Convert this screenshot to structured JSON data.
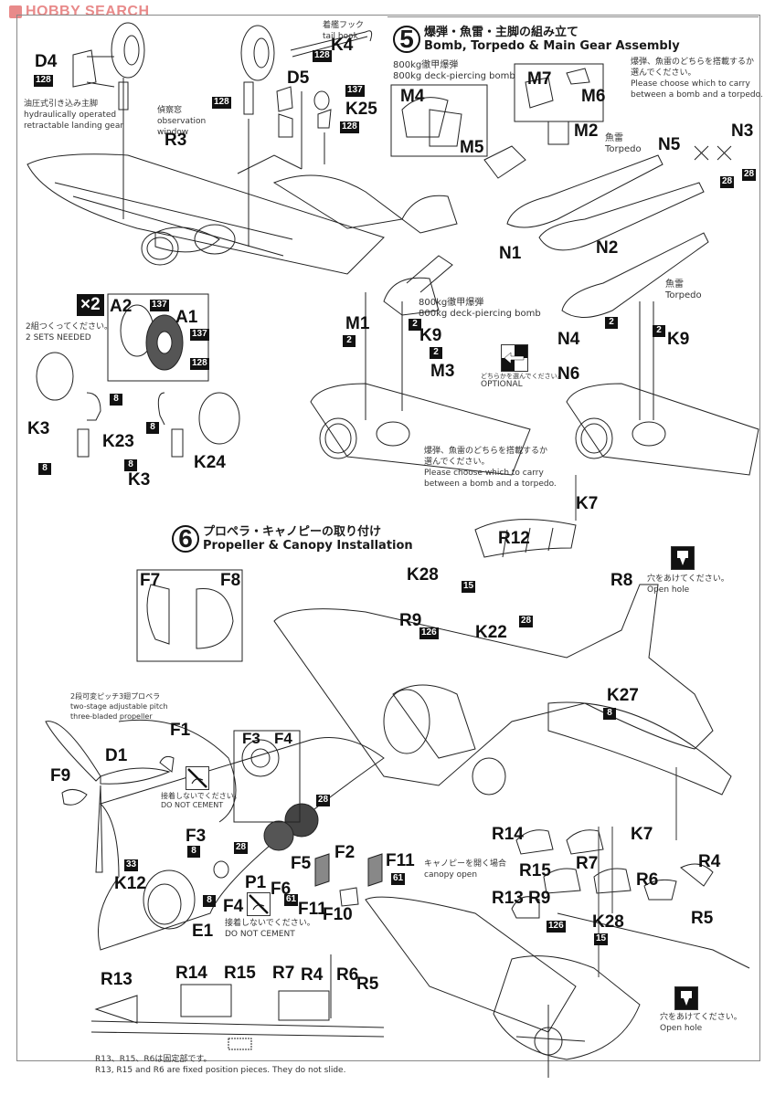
{
  "watermark": "HOBBY SEARCH",
  "step5": {
    "number": "5",
    "title_jp": "爆弾・魚雷・主脚の組み立て",
    "title_en": "Bomb, Torpedo & Main Gear Assembly",
    "choose_note_jp": "爆弾、魚雷のどちらを搭載するか選んでください。",
    "choose_note_en_1": "Please choose which to carry",
    "choose_note_en_2": "between a bomb and a torpedo.",
    "bomb_label_jp": "800kg徹甲爆弾",
    "bomb_label_en": "800kg deck-piercing bomb",
    "torpedo_jp": "魚雷",
    "torpedo_en": "Torpedo",
    "optional_jp": "どちらかを選んでください。",
    "optional_en": "OPTIONAL"
  },
  "gear": {
    "hydraulic_jp": "油圧式引き込み主脚",
    "hydraulic_en_1": "hydraulically operated",
    "hydraulic_en_2": "retractable landing gear",
    "observation_jp": "偵察窓",
    "observation_en_1": "observation",
    "observation_en_2": "window",
    "tailhook_jp": "着艦フック",
    "tailhook_en": "tail hook",
    "multiplier": "×2",
    "sets_jp": "2組つくってください。",
    "sets_en": "2 SETS NEEDED"
  },
  "step6": {
    "number": "6",
    "title_jp": "プロペラ・キャノピーの取り付け",
    "title_en": "Propeller & Canopy Installation",
    "propeller_jp": "2段可変ピッチ3翅プロペラ",
    "propeller_en_1": "two-stage adjustable pitch",
    "propeller_en_2": "three-bladed propeller",
    "no_cement_jp": "接着しないでください。",
    "no_cement_en": "DO NOT CEMENT",
    "open_hole_jp": "穴をあけてください。",
    "open_hole_en": "Open hole",
    "canopy_open_jp": "キャノピーを開く場合",
    "canopy_open_en": "canopy open",
    "fixed_jp": "R13、R15、R6は固定部です。",
    "fixed_en": "R13, R15 and R6 are fixed position pieces. They do not slide."
  },
  "parts": {
    "D4": "D4",
    "D5": "D5",
    "K4": "K4",
    "K25": "K25",
    "R3": "R3",
    "A1": "A1",
    "A2": "A2",
    "K3": "K3",
    "K23": "K23",
    "K24": "K24",
    "M1": "M1",
    "M2": "M2",
    "M3": "M3",
    "M4": "M4",
    "M5": "M5",
    "M6": "M6",
    "M7": "M7",
    "K9": "K9",
    "N1": "N1",
    "N2": "N2",
    "N3": "N3",
    "N4": "N4",
    "N5": "N5",
    "N6": "N6",
    "K7": "K7",
    "R12": "R12",
    "K28": "K28",
    "R8": "R8",
    "R9": "R9",
    "K22": "K22",
    "K27": "K27",
    "F1": "F1",
    "F2": "F2",
    "F3": "F3",
    "F4": "F4",
    "F5": "F5",
    "F6": "F6",
    "F7": "F7",
    "F8": "F8",
    "F9": "F9",
    "F10": "F10",
    "F11": "F11",
    "D1": "D1",
    "E1": "E1",
    "K12": "K12",
    "P1": "P1",
    "R4": "R4",
    "R5": "R5",
    "R6": "R6",
    "R7": "R7",
    "R13": "R13",
    "R14": "R14",
    "R15": "R15"
  },
  "colors": {
    "c128": "128",
    "c137": "137",
    "c8": "8",
    "c2": "2",
    "c28": "28",
    "c15": "15",
    "c126": "126",
    "c33": "33",
    "c61": "61"
  }
}
